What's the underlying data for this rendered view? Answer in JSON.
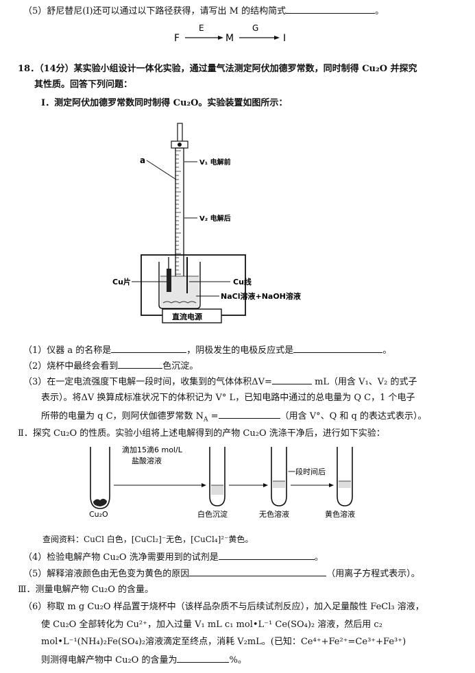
{
  "q17_5": {
    "text": "（5）舒尼替尼(I)还可以通过以下路径获得，请写出 M 的结构简式",
    "end": "。",
    "scheme": {
      "F": "F",
      "E": "E",
      "M": "M",
      "G": "G",
      "I": "I"
    }
  },
  "q18": {
    "stem1": "18．（14分）某实验小组设计一体化实验，通过量气法测定阿伏加德罗常数，同时制得 Cu₂O 并探究",
    "stem2": "其性质。回答下列问题：",
    "part1": "Ⅰ．测定阿伏加德罗常数同时制得 Cu₂O。实验装置如图所示：",
    "apparatus": {
      "a": "a",
      "v1": "V₁ 电解前",
      "v2": "V₂ 电解后",
      "cu_sheet": "Cu片",
      "cu_wire": "Cu线",
      "solution": "NaCl溶液+NaOH溶液",
      "power": "直流电源"
    },
    "q1a": "（1）仪器 a 的名称是",
    "q1b": "，阴极发生的电极反应式是",
    "q1c": "。",
    "q2a": "（2）烧杯中最终会看到",
    "q2b": "色沉淀。",
    "q3l1a": "（3）在一定电流强度下电解一段时间，收集到的气体体积ΔV=",
    "q3l1b": " mL（用含 V₁、V₂ 的式子",
    "q3l2": "表示）。将ΔV 换算成标准状况下的体积记为 V° L，已知电路中通过的总电量为 Q C，1 个电子",
    "q3l3a": "所带的电量为 q C，则阿伏伽德罗常数 N",
    "q3l3sub": "A",
    "q3l3b": " =",
    "q3l3c": "（用含 V°、Q 和 q 的表达式表示）。",
    "part2": "Ⅱ．探究 Cu₂O 的性质。实验小组将上述电解得到的产物 Cu₂O 洗涤干净后，进行如下实验：",
    "flow": {
      "reagent1": "滴加15滴6 mol/L",
      "reagent2": "盐酸溶液",
      "wait": "一段时间后",
      "t1": "Cu₂O",
      "t2": "白色沉淀",
      "t3": "无色溶液",
      "t4": "黄色溶液"
    },
    "ref": "查阅资料：CuCl 白色，[CuCl₂]⁻无色，[CuCl₄]²⁻黄色。",
    "q4a": "（4）检验电解产物 Cu₂O 洗净需要用到的试剂是",
    "q4b": "。",
    "q5a": "（5）解释溶液颜色由无色变为黄色的原因",
    "q5b": "（用离子方程式表示）。",
    "part3": "Ⅲ．测量电解产物 Cu₂O 的含量。",
    "q6l1": "（6）称取 m g Cu₂O 样品置于烧杯中（该样品杂质不与后续试剂反应），加入足量酸性 FeCl₃ 溶液，",
    "q6l2": "使 Cu₂O 全部转化为 Cu²⁺，加入过量 V₁ mL c₁ mol•L⁻¹ Ce(SO₄)₂ 溶液，然后用 c₂",
    "q6l3": "mol•L⁻¹(NH₄)₂Fe(SO₄)₂溶液滴定至终点，消耗 V₂mL。(已知：Ce⁴⁺+Fe²⁺=Ce³⁺+Fe³⁺)",
    "q6l4a": "则测得电解产物中 Cu₂O 的含量为",
    "q6l4b": "%。"
  }
}
